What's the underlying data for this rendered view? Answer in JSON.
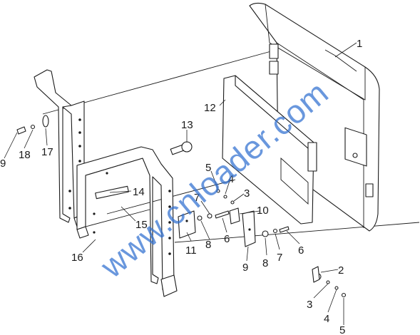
{
  "callouts": [
    "1",
    "2",
    "3",
    "4",
    "5",
    "6",
    "7",
    "8",
    "9",
    "10",
    "11",
    "12",
    "13",
    "14",
    "15",
    "16",
    "17",
    "18"
  ],
  "labels": {
    "n1": "1",
    "n2": "2",
    "n3a": "3",
    "n3b": "3",
    "n4a": "4",
    "n4b": "4",
    "n5a": "5",
    "n5b": "5",
    "n6a": "6",
    "n6b": "6",
    "n7a": "7",
    "n7b": "7",
    "n8a": "8",
    "n8b": "8",
    "n9a": "9",
    "n9b": "9",
    "n10": "10",
    "n11": "11",
    "n12": "12",
    "n13": "13",
    "n14": "14",
    "n15": "15",
    "n16": "16",
    "n17": "17",
    "n18": "18"
  },
  "watermark": "www.cnloader.com",
  "colors": {
    "line": "#1a1a1a",
    "watermark": "#2f6fd0",
    "background": "#ffffff"
  }
}
